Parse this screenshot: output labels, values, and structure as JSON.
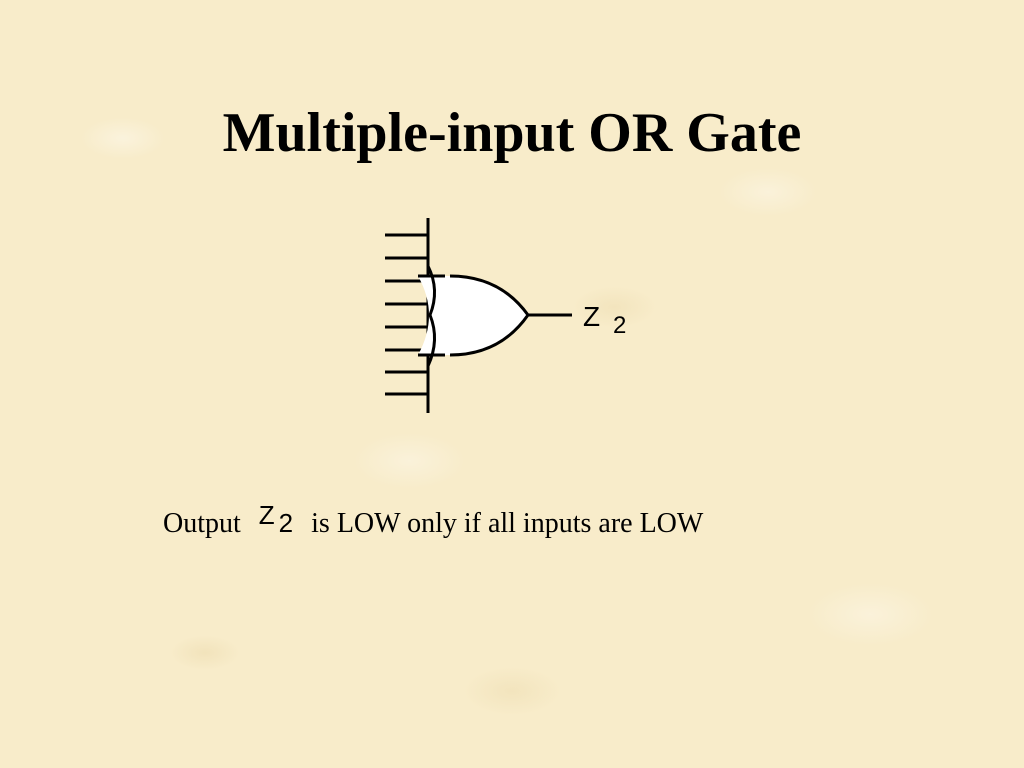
{
  "slide": {
    "title": "Multiple-input OR Gate",
    "gate": {
      "output_label": "Z",
      "output_subscript": "2",
      "input_count": 8
    },
    "caption": {
      "prefix": "Output",
      "var_letter": "Z",
      "var_subscript": "2",
      "suffix": "is LOW only if all inputs are LOW"
    }
  }
}
